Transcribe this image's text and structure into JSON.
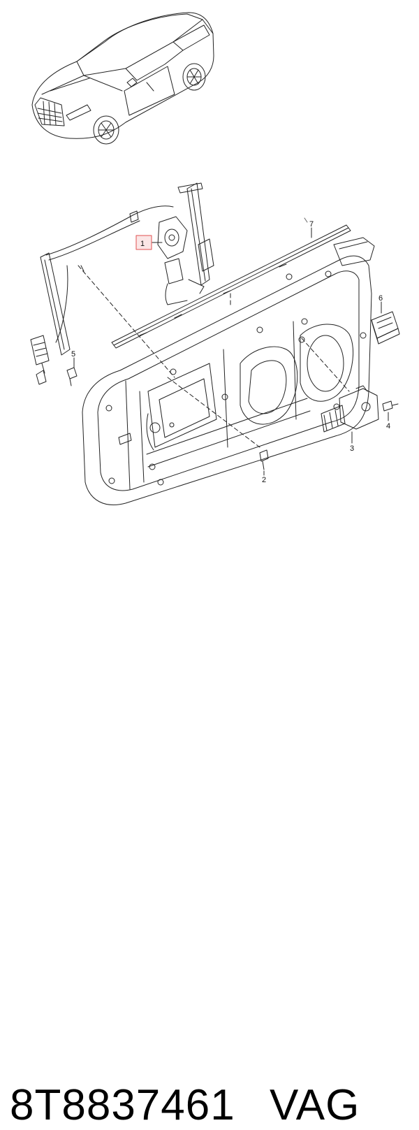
{
  "callouts": {
    "c1": "1",
    "c2": "2",
    "c3": "3",
    "c4": "4",
    "c5": "5",
    "c6": "6",
    "c7": "7"
  },
  "highlight_color": "#e05050",
  "caption": {
    "part_number": "8T8837461",
    "brand": "VAG"
  }
}
